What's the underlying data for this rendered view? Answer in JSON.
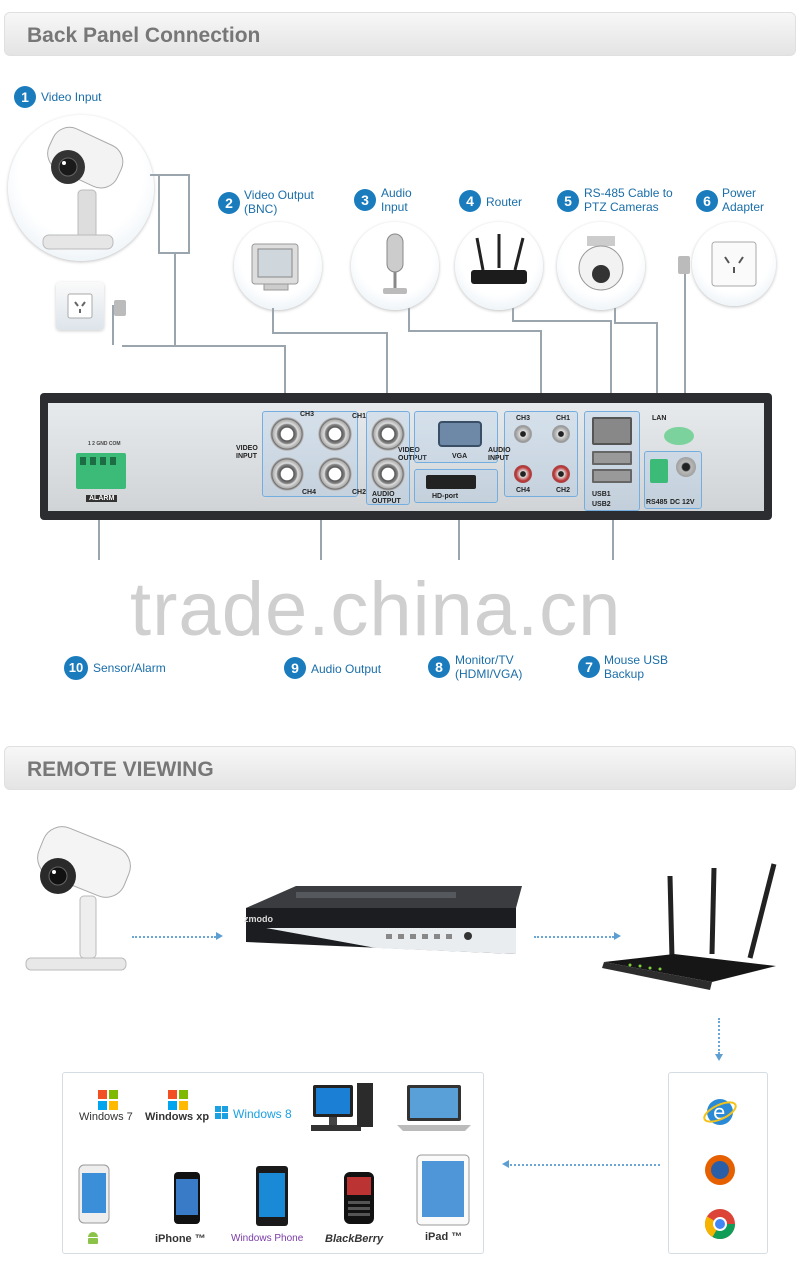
{
  "section1": {
    "title": "Back Panel Connection"
  },
  "items": [
    {
      "num": "1",
      "label": "Video Input"
    },
    {
      "num": "2",
      "label": "Video Output (BNC)"
    },
    {
      "num": "3",
      "label": "Audio Input"
    },
    {
      "num": "4",
      "label": "Router"
    },
    {
      "num": "5",
      "label": "RS-485 Cable to PTZ Cameras"
    },
    {
      "num": "6",
      "label": "Power Adapter"
    },
    {
      "num": "7",
      "label": "Mouse USB Backup"
    },
    {
      "num": "8",
      "label": "Monitor/TV (HDMI/VGA)"
    },
    {
      "num": "9",
      "label": "Audio Output"
    },
    {
      "num": "10",
      "label": "Sensor/Alarm"
    }
  ],
  "panel": {
    "ch1": "CH1",
    "ch2": "CH2",
    "ch3": "CH3",
    "ch4": "CH4",
    "video_input": "VIDEO INPUT",
    "video_output": "VIDEO OUTPUT",
    "audio_output": "AUDIO OUTPUT",
    "audio_input": "AUDIO INPUT",
    "vga": "VGA",
    "hd_port": "HD-port",
    "lan": "LAN",
    "usb1": "USB1",
    "usb2": "USB2",
    "rs485": "RS485",
    "dc12v": "DC 12V",
    "alarm": "ALARM",
    "alarm_pins": "1 2 GND COM"
  },
  "watermark": "trade.china.cn",
  "section2": {
    "title": "REMOTE VIEWING"
  },
  "dvr": {
    "brand": "zmodo"
  },
  "os_list": [
    {
      "label": "Windows 7"
    },
    {
      "label": "Windows xp"
    },
    {
      "label": "Windows 8"
    },
    {
      "label": "iPhone ™"
    },
    {
      "label": "Windows Phone"
    },
    {
      "label": "BlackBerry"
    },
    {
      "label": "iPad ™"
    }
  ],
  "colors": {
    "accent": "#1a7bbd",
    "banner_text": "#777777",
    "dots": "#6aa7d6"
  }
}
